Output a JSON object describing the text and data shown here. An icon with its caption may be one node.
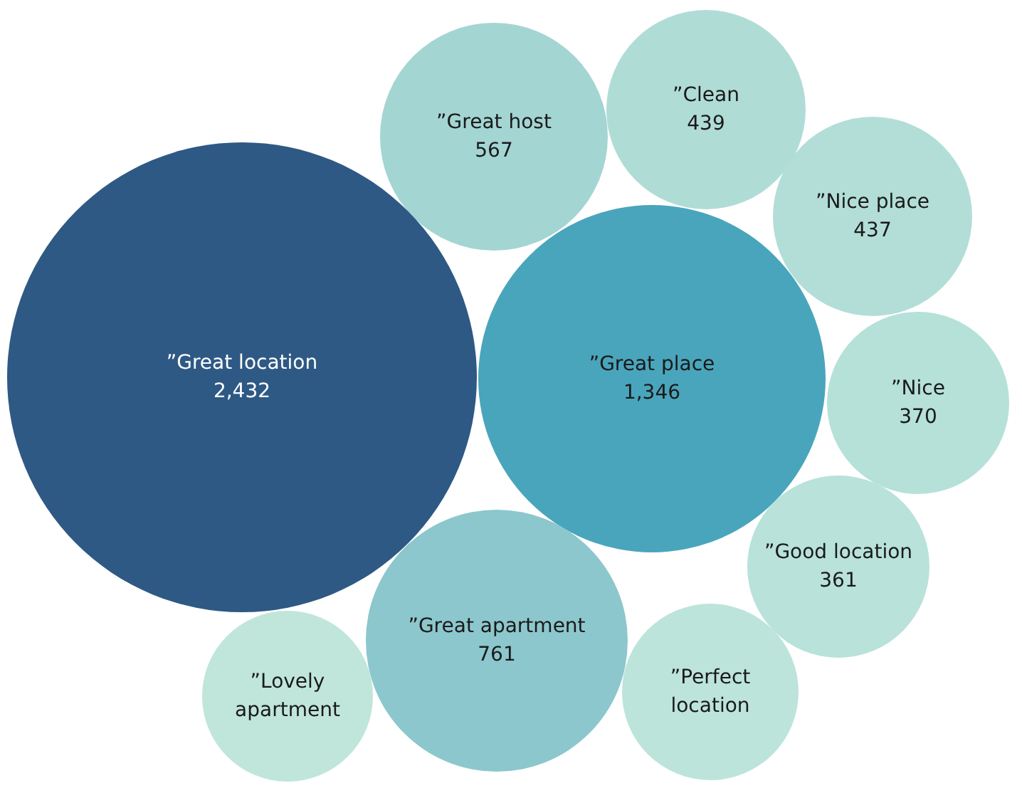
{
  "diagram": {
    "nodes": [
      {
        "text": [
          "”Great host",
          "567"
        ]
      },
      {
        "text": [
          "”Clean",
          "439"
        ]
      },
      {
        "text": [
          "”Nice place",
          "437"
        ]
      },
      {
        "text": [
          "”Great location",
          "2,432"
        ]
      },
      {
        "text": [
          "”Great place",
          "1,346"
        ]
      },
      {
        "text": [
          "”Nice",
          "370"
        ]
      },
      {
        "text": [
          "”Good location",
          "361"
        ]
      },
      {
        "text": [
          "”Great apartment",
          "761"
        ]
      },
      {
        "text": [
          "”Perfect location"
        ]
      },
      {
        "text": [
          "”Lovely apartment"
        ]
      }
    ]
  }
}
